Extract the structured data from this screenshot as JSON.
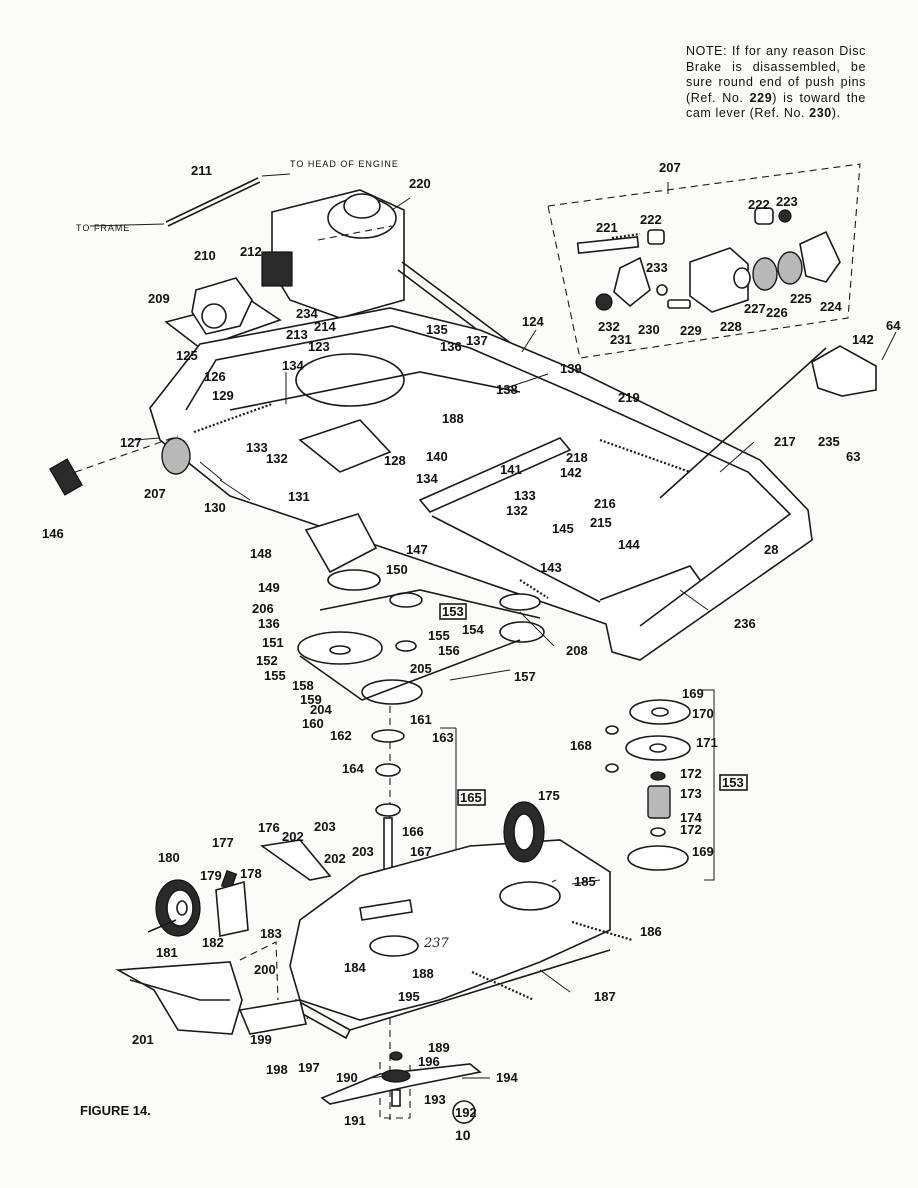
{
  "note": {
    "prefix": "NOTE: If for any reason Disc Brake is disassembled, be sure round end of push pins (Ref. No. ",
    "ref1": "229",
    "middle": ") is toward the cam lever (Ref. No. ",
    "ref2": "230",
    "suffix": ")."
  },
  "callouts": {
    "to_head_of_engine": "TO HEAD OF ENGINE",
    "to_frame": "TO FRAME",
    "handwritten": "237"
  },
  "figure_caption": "FIGURE 14.",
  "page_number": "10",
  "part_labels": [
    "211",
    "220",
    "207",
    "222",
    "223",
    "221",
    "222",
    "233",
    "210",
    "212",
    "209",
    "234",
    "213",
    "214",
    "123",
    "135",
    "136",
    "137",
    "124",
    "64",
    "142",
    "232",
    "230",
    "229",
    "228",
    "227",
    "226",
    "225",
    "224",
    "231",
    "125",
    "126",
    "134",
    "139",
    "129",
    "138",
    "188",
    "219",
    "127",
    "133",
    "132",
    "128",
    "140",
    "218",
    "142",
    "141",
    "134",
    "207",
    "133",
    "132",
    "216",
    "215",
    "217",
    "235",
    "63",
    "130",
    "131",
    "145",
    "146",
    "148",
    "147",
    "144",
    "28",
    "150",
    "143",
    "149",
    "153",
    "206",
    "136",
    "154",
    "236",
    "151",
    "155",
    "156",
    "208",
    "152",
    "205",
    "157",
    "155",
    "158",
    "159",
    "204",
    "160",
    "161",
    "162",
    "163",
    "169",
    "170",
    "168",
    "171",
    "153",
    "164",
    "172",
    "173",
    "165",
    "175",
    "174",
    "172",
    "176",
    "202",
    "203",
    "169",
    "166",
    "177",
    "203",
    "167",
    "180",
    "202",
    "179",
    "178",
    "185",
    "183",
    "186",
    "181",
    "182",
    "184",
    "188",
    "200",
    "187",
    "195",
    "201",
    "199",
    "189",
    "196",
    "198",
    "197",
    "190",
    "194",
    "193",
    "191",
    "192"
  ],
  "boxed_labels": [
    "153",
    "165",
    "153"
  ],
  "circled_labels": [
    "192"
  ]
}
